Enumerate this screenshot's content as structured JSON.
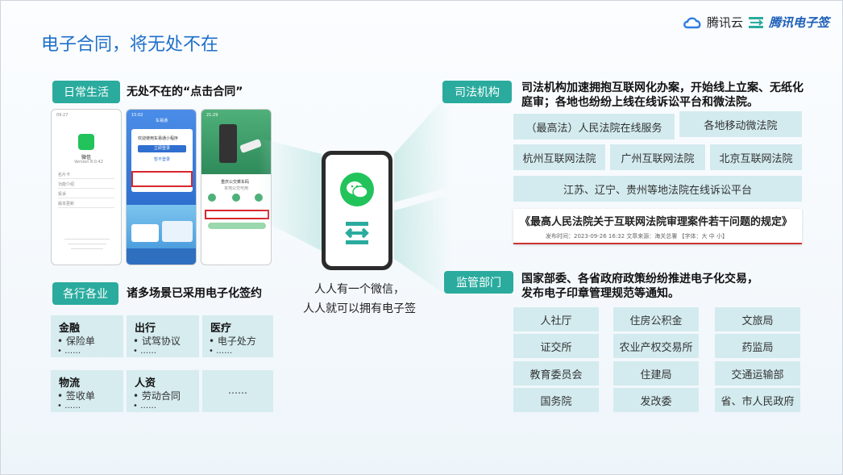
{
  "title": "电子合同，将无处不在",
  "logo": {
    "cloud": "腾讯云",
    "esign": "腾讯电子签",
    "icon_color": "#2e7de1"
  },
  "left": {
    "tag1": "日常生活",
    "head1": "无处不在的“点击合同”",
    "phone1": {
      "time": "09:27",
      "name": "微信",
      "version": "Version 8.0.42",
      "items": [
        "名片卡",
        "功能介绍",
        "投诉",
        "版本更新"
      ]
    },
    "phone2": {
      "time": "15:02",
      "title": "车易通",
      "welcome": "欢迎使用车易通小程序",
      "btn1": "立即登录",
      "btn2": "暂不登录"
    },
    "phone3": {
      "time": "21:29",
      "title": "重庆公交乘车码",
      "sub": "本地公交可用"
    },
    "tag2": "各行各业",
    "head2": "诸多场景已采用电子化签约",
    "cells": [
      {
        "title": "金融",
        "items": [
          "保险单",
          "……"
        ]
      },
      {
        "title": "出行",
        "items": [
          "试驾协议",
          "……"
        ]
      },
      {
        "title": "医疗",
        "items": [
          "电子处方",
          "……"
        ]
      },
      {
        "title": "物流",
        "items": [
          "签收单",
          "……"
        ]
      },
      {
        "title": "人资",
        "items": [
          "劳动合同",
          "……"
        ]
      },
      {
        "title": "",
        "items": [
          "……"
        ]
      }
    ]
  },
  "center": {
    "line1": "人人有一个微信，",
    "line2": "人人就可以拥有电子签"
  },
  "right": {
    "tag1": "司法机构",
    "head1a": "司法机构加速拥抱互联网化办案，开始线上立案、无纸化",
    "head1b": "庭审；各地也纷纷上线在线诉讼平台和微法院。",
    "courts": [
      "（最高法）人民法院在线服务",
      "各地移动微法院",
      "杭州互联网法院",
      "广州互联网法院",
      "北京互联网法院",
      "江苏、辽宁、贵州等地法院在线诉讼平台"
    ],
    "law_title": "《最高人民法院关于互联网法院审理案件若干问题的规定》",
    "law_meta": "发布时间：2023-09-26 16:32    文章来源：海关总署    【字体：大 中 小】",
    "tag2": "监管部门",
    "head2a": "国家部委、各省政府政策纷纷推进电子化交易，",
    "head2b": "发布电子印章管理规范等通知。",
    "depts": [
      "人社厅",
      "住房公积金",
      "文旅局",
      "证交所",
      "农业产权交易所",
      "药监局",
      "教育委员会",
      "住建局",
      "交通运输部",
      "国务院",
      "发改委",
      "省、市人民政府"
    ]
  },
  "colors": {
    "accent": "#2aab9e",
    "title": "#1f6fc9",
    "cell": "#d6ecef",
    "wechat": "#21c35a"
  }
}
